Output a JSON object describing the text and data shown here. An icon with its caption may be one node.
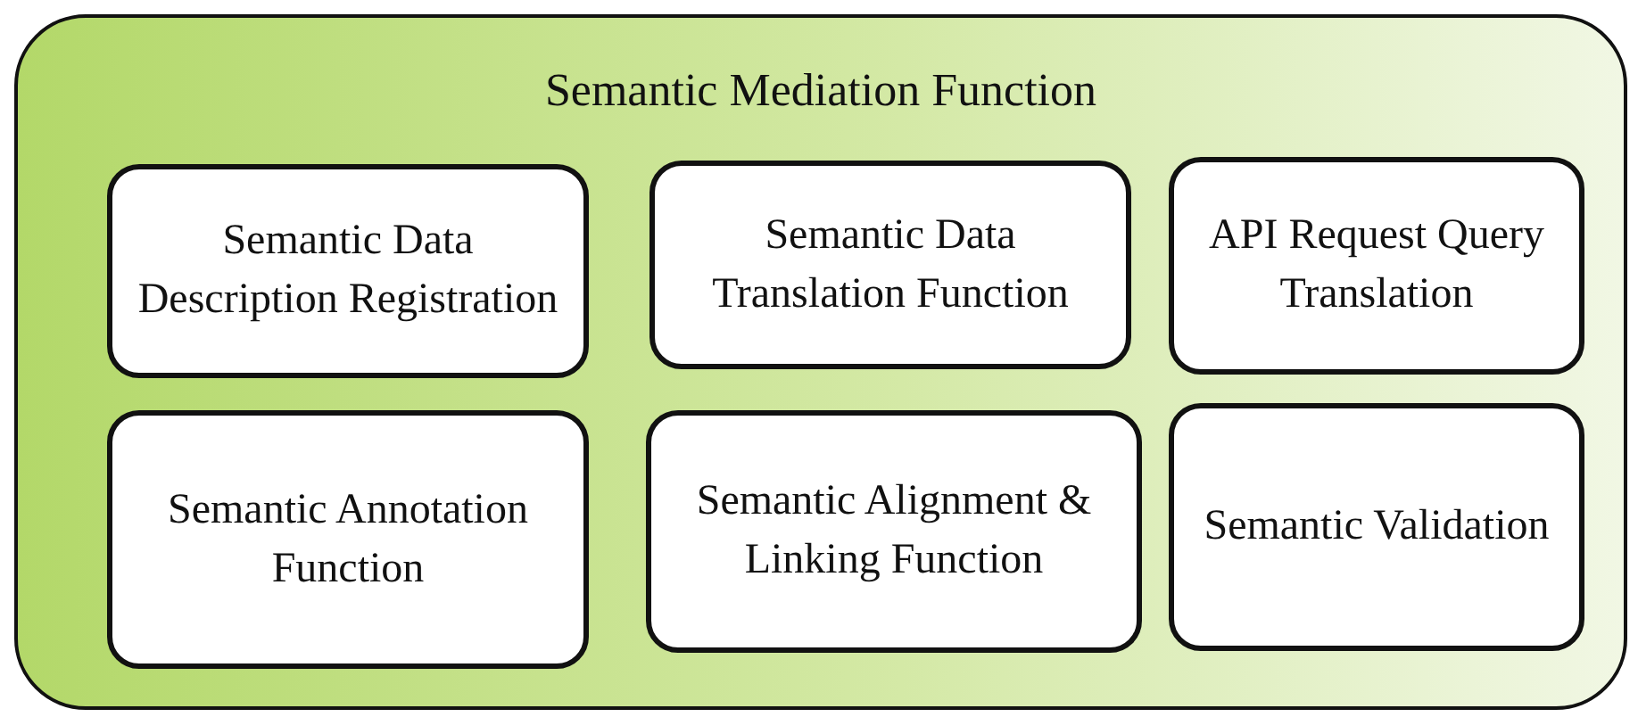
{
  "diagram": {
    "nodes": [
      {
        "text": [
          "Semantic Mediation Function"
        ]
      },
      {
        "text": [
          "Semantic Data Description Registration"
        ],
        "in": 0
      },
      {
        "text": [
          "Semantic Data Translation Function"
        ],
        "in": 0
      },
      {
        "text": [
          "API Request Query Translation"
        ],
        "in": 0
      },
      {
        "text": [
          "Semantic Annotation Function"
        ],
        "in": 0
      },
      {
        "text": [
          "Semantic Alignment & Linking Function"
        ],
        "in": 0
      },
      {
        "text": [
          "Semantic Validation"
        ],
        "in": 0
      }
    ],
    "edges": []
  }
}
